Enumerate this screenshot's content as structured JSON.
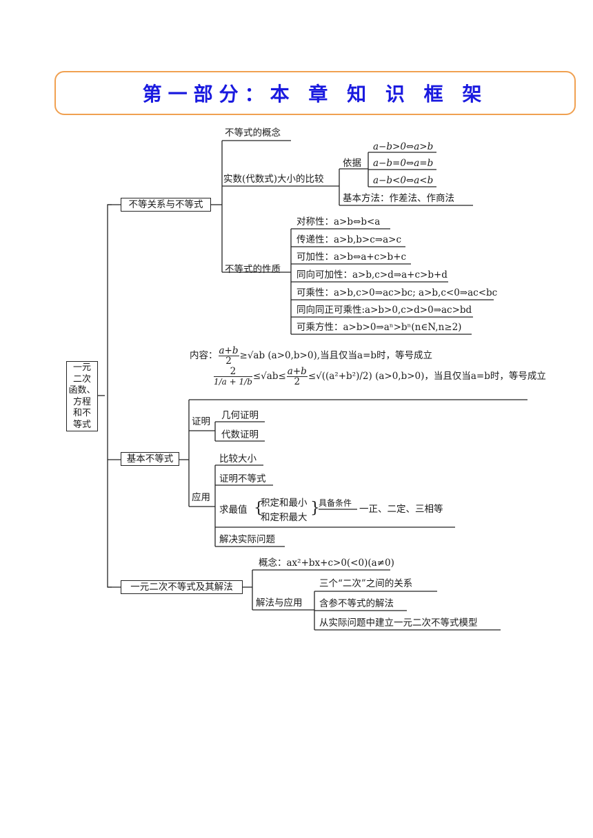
{
  "title": "第一部分：本 章 知 识 框 架",
  "root": "一元\n二次\n函数、\n方程\n和不\n等式",
  "branch1": {
    "label": "不等关系与不等式",
    "concept": "不等式的概念",
    "compare": "实数(代数式)大小的比较",
    "basis": "依据",
    "basis_items": [
      "a−b>0⇔a>b",
      "a−b=0⇔a=b",
      "a−b<0⇔a<b"
    ],
    "method": "基本方法：作差法、作商法",
    "properties": "不等式的性质",
    "property_items": [
      "对称性：a>b⇔b<a",
      "传递性：a>b,b>c⇒a>c",
      "可加性：a>b⇔a+c>b+c",
      "同向可加性：a>b,c>d⇒a+c>b+d",
      "可乘性：a>b,c>0⇒ac>bc; a>b,c<0⇒ac<bc",
      "同向同正可乘性:a>b>0,c>d>0⇒ac>bd",
      "可乘方性：a>b>0⇒aⁿ>bⁿ(n∈N,n≥2)"
    ]
  },
  "branch2": {
    "label": "基本不等式",
    "content_prefix": "内容：",
    "content_num": "a+b",
    "content_den": "2",
    "content_rest": "≥√ab (a>0,b>0),当且仅当a=b时，等号成立",
    "chain_num": "2",
    "chain_den": "1/a + 1/b",
    "chain_mid": "≤√ab≤",
    "chain_frac_num": "a+b",
    "chain_frac_den": "2",
    "chain_le": "≤",
    "chain_sqrt": "√((a²+b²)/2)",
    "chain_rest": "(a>0,b>0)，当且仅当a=b时，等号成立",
    "proof": "证明",
    "proof_items": [
      "几何证明",
      "代数证明"
    ],
    "apply": "应用",
    "apply_items": [
      "比较大小",
      "证明不等式"
    ],
    "extreme": "求最值",
    "extreme_items": [
      "积定和最小",
      "和定积最大"
    ],
    "condition": "具备条件",
    "condition_value": "一正、二定、三相等",
    "practical": "解决实际问题"
  },
  "branch3": {
    "label": "一元二次不等式及其解法",
    "concept": "概念：ax²+bx+c>0(<0)(a≠0)",
    "solve": "解法与应用",
    "solve_items": [
      "三个“二次”之间的关系",
      "含参不等式的解法",
      "从实际问题中建立一元二次不等式模型"
    ]
  }
}
